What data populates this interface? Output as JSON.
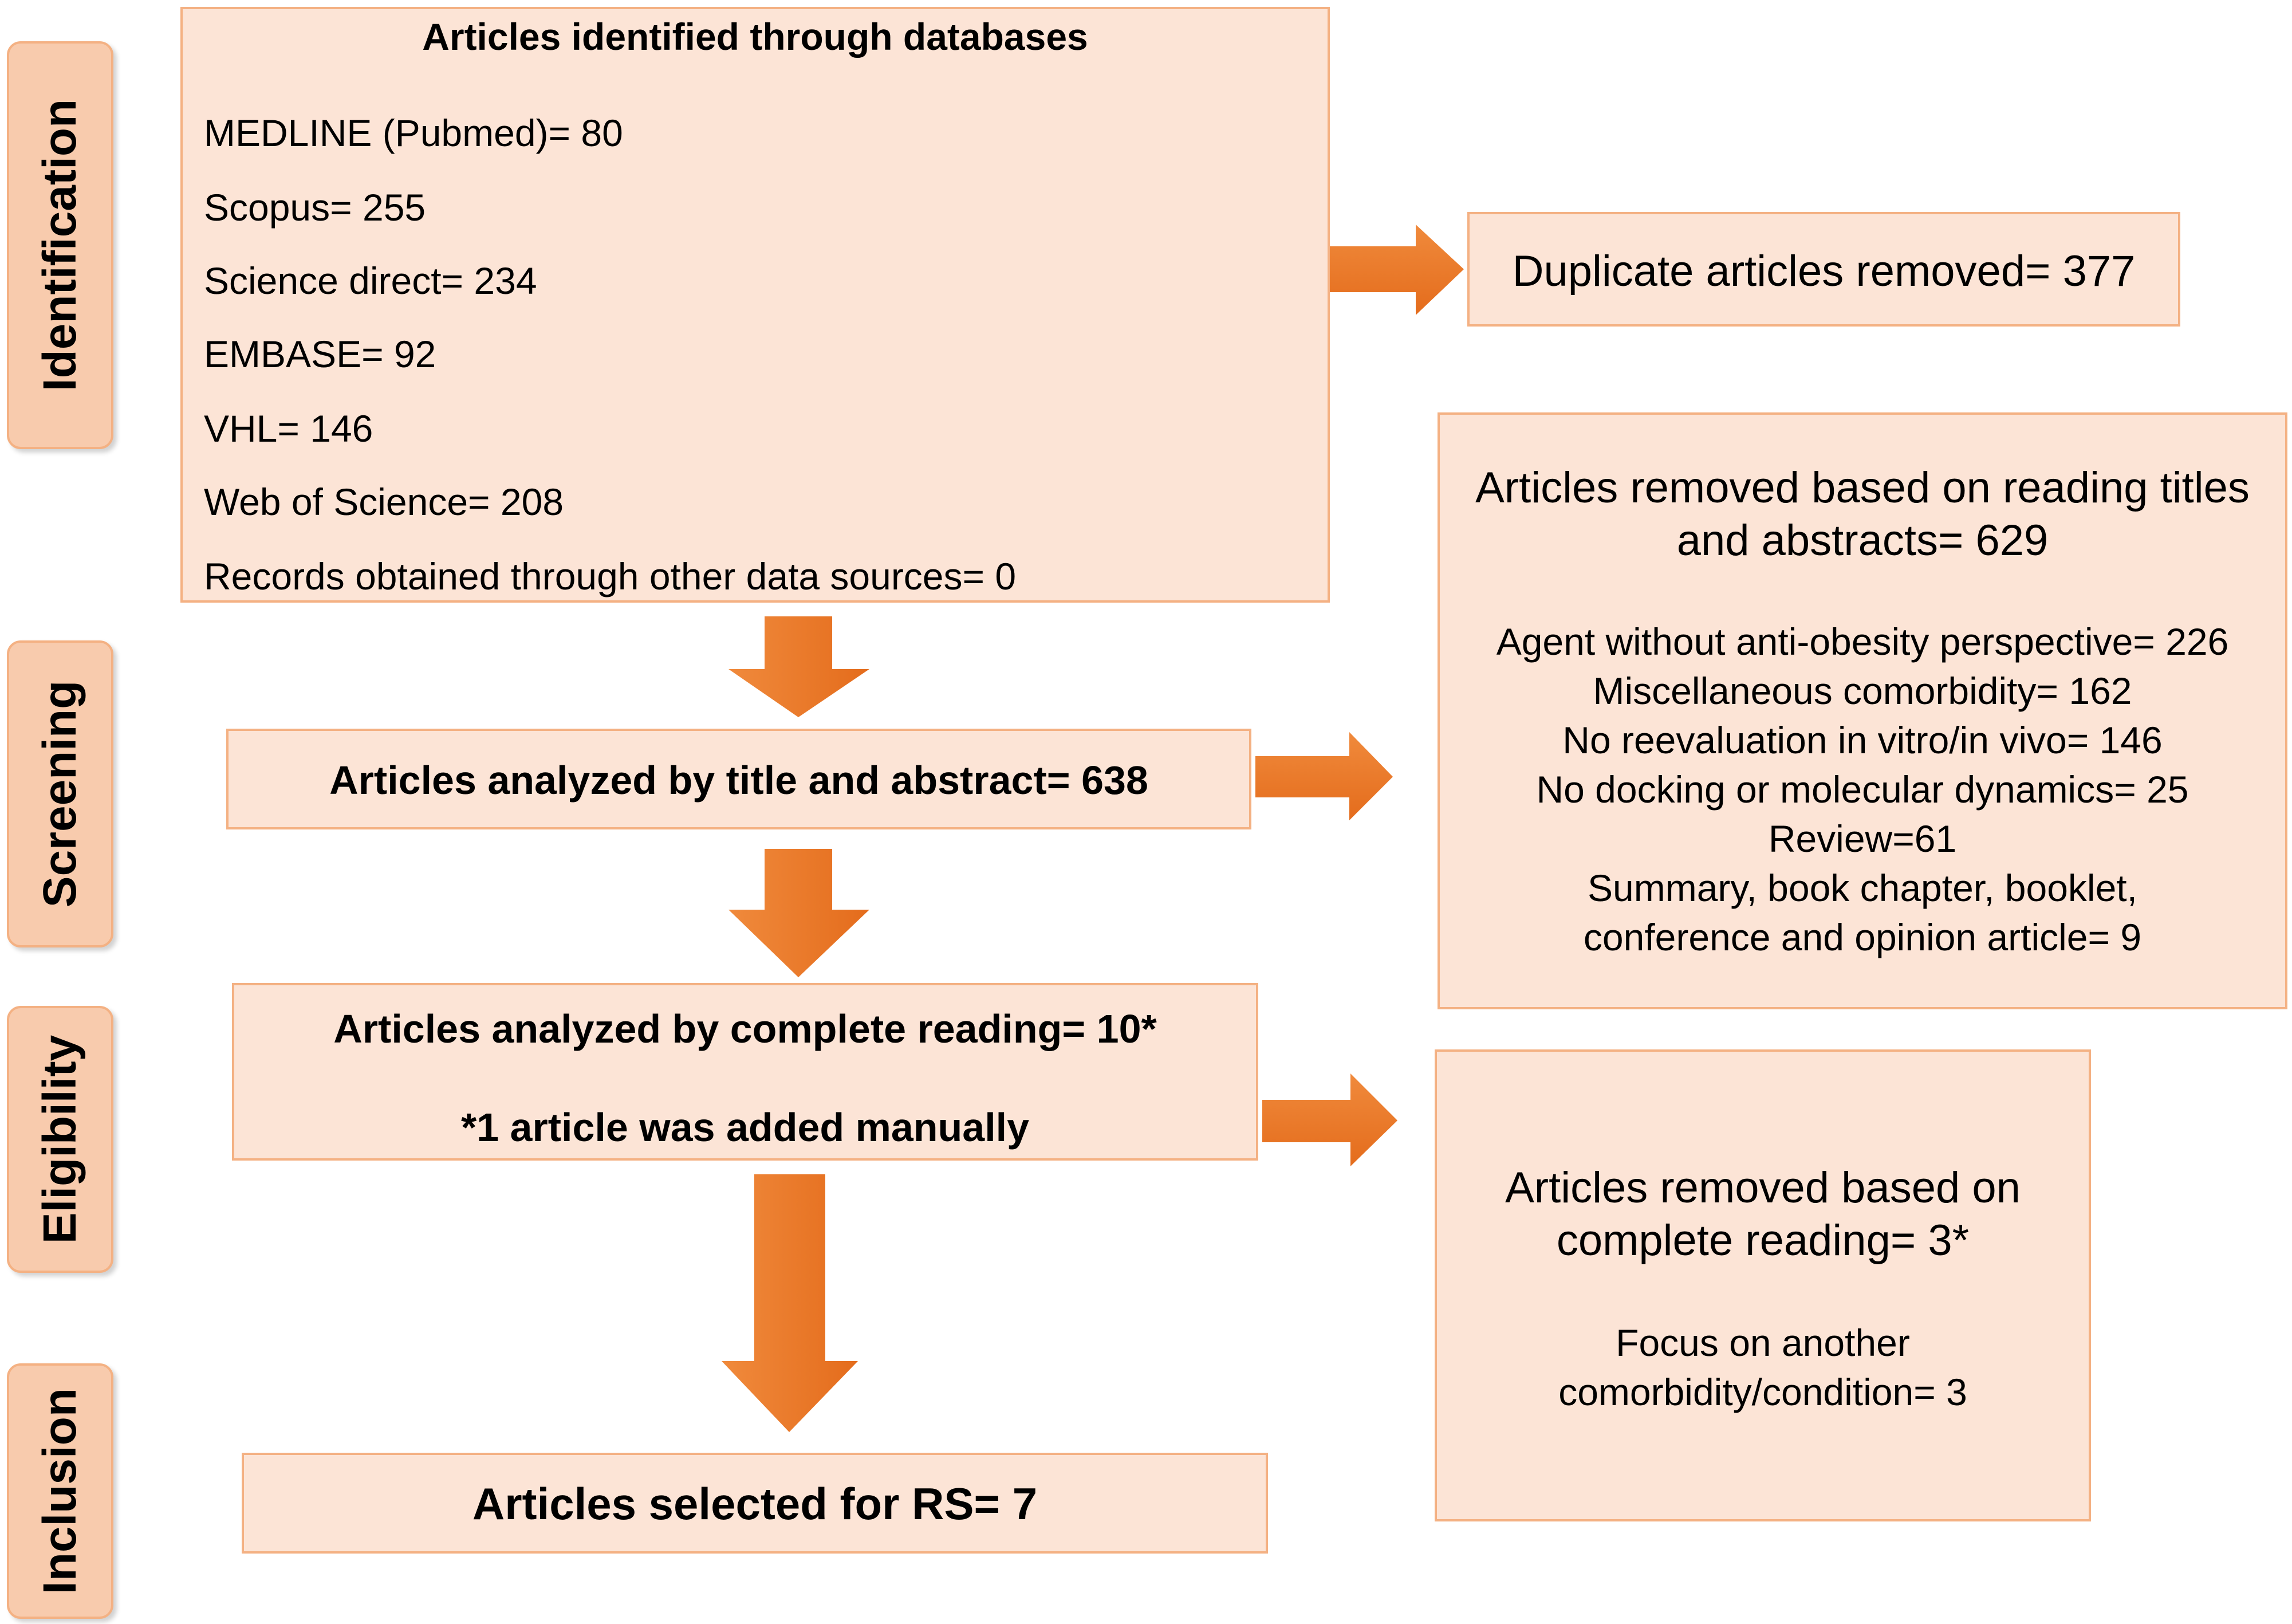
{
  "stages": {
    "identification": "Identification",
    "screening": "Screening",
    "eligibility": "Eligibility",
    "inclusion": "Inclusion"
  },
  "identified": {
    "title": "Articles identified through databases",
    "sources": [
      "MEDLINE (Pubmed)= 80",
      "Scopus= 255",
      "Science direct= 234",
      "EMBASE= 92",
      "VHL= 146",
      "Web of Science= 208",
      "Records obtained through other data sources= 0"
    ]
  },
  "duplicates": {
    "text": "Duplicate articles removed= 377"
  },
  "screened": {
    "text": "Articles analyzed by title and abstract= 638"
  },
  "removed_titles": {
    "title_line1": "Articles removed based on reading titles",
    "title_line2": "and abstracts= 629",
    "reasons": [
      "Agent without anti-obesity perspective= 226",
      "Miscellaneous comorbidity= 162",
      "No reevaluation in vitro/in vivo= 146",
      "No docking or molecular dynamics= 25",
      "Review=61",
      "Summary, book chapter, booklet,",
      "conference and opinion article= 9"
    ]
  },
  "eligible": {
    "line1": "Articles analyzed by complete reading= 10*",
    "line2": "*1 article was added manually"
  },
  "removed_full": {
    "title_line1": "Articles removed based on",
    "title_line2": "complete reading= 3*",
    "reason_line1": "Focus on another",
    "reason_line2": "comorbidity/condition= 3"
  },
  "included": {
    "text": "Articles selected for RS= 7"
  },
  "colors": {
    "box_fill": "#fce4d6",
    "box_border": "#f4b183",
    "stage_fill": "#f8cbad",
    "arrow": "#ee7d2a"
  }
}
